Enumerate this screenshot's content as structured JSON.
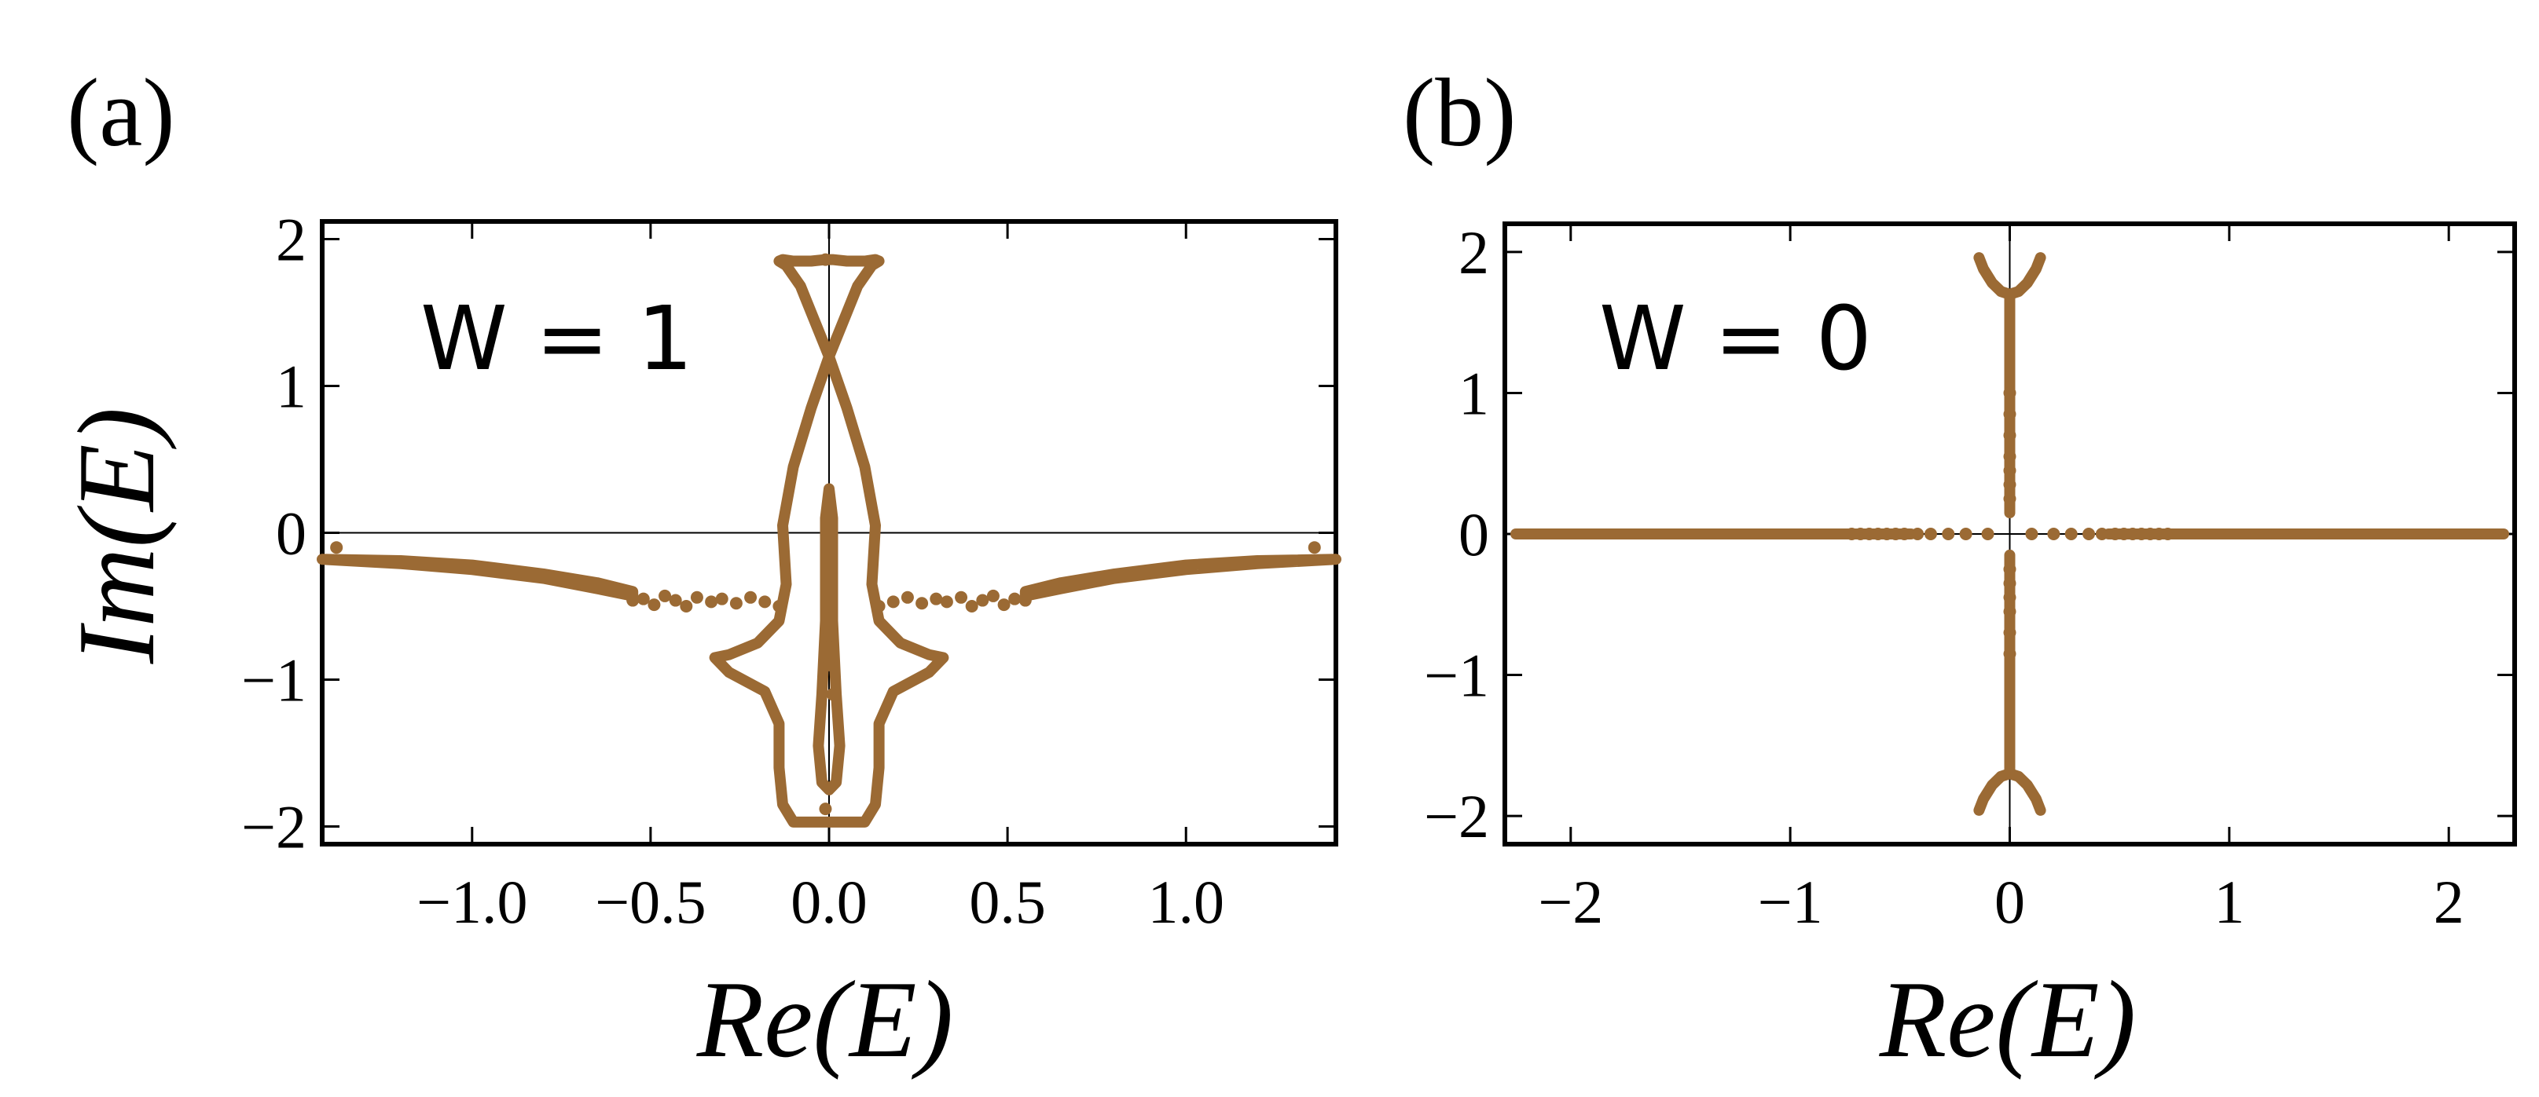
{
  "figure": {
    "panels": [
      {
        "tag": "(a)",
        "annotation": "W = 1",
        "xlabel": "Re(E)",
        "ylabel": "Im(E)"
      },
      {
        "tag": "(b)",
        "annotation": "W = 0",
        "xlabel": "Re(E)",
        "ylabel": ""
      }
    ]
  },
  "chart_data": [
    {
      "type": "scatter",
      "title": "",
      "panel": "(a)",
      "annotation": "W = 1",
      "xlabel": "Re(E)",
      "ylabel": "Im(E)",
      "xlim": [
        -1.42,
        1.42
      ],
      "ylim": [
        -2.12,
        2.12
      ],
      "xticks": [
        -1.0,
        -0.5,
        0.0,
        0.5,
        1.0
      ],
      "xtick_labels": [
        "−1.0",
        "−0.5",
        "0.0",
        "0.5",
        "1.0"
      ],
      "yticks": [
        -2,
        -1,
        0,
        1,
        2
      ],
      "ytick_labels": [
        "−2",
        "−1",
        "0",
        "1",
        "2"
      ],
      "grid": false,
      "axes_lines": true,
      "marker_color": "#9b6a34",
      "series": [
        {
          "kind": "curve",
          "closed": true,
          "x": [
            0.0,
            -0.05,
            -0.08,
            -0.12,
            -0.14,
            -0.13,
            -0.1,
            -0.05,
            -0.01,
            0.01,
            0.05,
            0.1,
            0.13,
            0.14,
            0.12,
            0.08,
            0.05,
            0.0
          ],
          "y": [
            1.2,
            1.5,
            1.68,
            1.82,
            1.85,
            1.86,
            1.85,
            1.85,
            1.86,
            1.86,
            1.85,
            1.85,
            1.86,
            1.85,
            1.82,
            1.68,
            1.5,
            1.2
          ]
        },
        {
          "kind": "curve",
          "closed": true,
          "x": [
            0.0,
            -0.05,
            -0.1,
            -0.13,
            -0.12,
            -0.14,
            -0.2,
            -0.28,
            -0.32,
            -0.28,
            -0.18,
            -0.14,
            -0.14,
            -0.13,
            -0.1,
            0.1,
            0.13,
            0.14,
            0.14,
            0.18,
            0.28,
            0.32,
            0.28,
            0.2,
            0.14,
            0.12,
            0.13,
            0.1,
            0.05,
            0.0
          ],
          "y": [
            1.2,
            0.85,
            0.45,
            0.05,
            -0.35,
            -0.6,
            -0.75,
            -0.83,
            -0.85,
            -0.95,
            -1.08,
            -1.3,
            -1.6,
            -1.85,
            -1.97,
            -1.97,
            -1.85,
            -1.6,
            -1.3,
            -1.08,
            -0.95,
            -0.85,
            -0.83,
            -0.75,
            -0.6,
            -0.35,
            0.05,
            0.45,
            0.85,
            1.2
          ]
        },
        {
          "kind": "curve",
          "closed": true,
          "x": [
            0.0,
            -0.01,
            -0.01,
            -0.02,
            -0.03,
            -0.02,
            0.0,
            0.02,
            0.03,
            0.02,
            0.01,
            0.01,
            0.0
          ],
          "y": [
            0.3,
            0.1,
            -0.6,
            -1.1,
            -1.45,
            -1.7,
            -1.75,
            -1.7,
            -1.45,
            -1.1,
            -0.6,
            0.1,
            0.3
          ]
        },
        {
          "kind": "curve",
          "closed": true,
          "x": [
            -1.42,
            -1.2,
            -1.0,
            -0.8,
            -0.65,
            -0.55,
            -0.55,
            -0.65,
            -0.8,
            -1.0,
            -1.2,
            -1.42
          ],
          "y": [
            -0.18,
            -0.19,
            -0.22,
            -0.28,
            -0.34,
            -0.4,
            -0.43,
            -0.38,
            -0.31,
            -0.25,
            -0.21,
            -0.18
          ]
        },
        {
          "kind": "curve",
          "closed": true,
          "x": [
            1.42,
            1.2,
            1.0,
            0.8,
            0.65,
            0.55,
            0.55,
            0.65,
            0.8,
            1.0,
            1.2,
            1.42
          ],
          "y": [
            -0.18,
            -0.19,
            -0.22,
            -0.28,
            -0.34,
            -0.4,
            -0.43,
            -0.38,
            -0.31,
            -0.25,
            -0.21,
            -0.18
          ]
        },
        {
          "kind": "points",
          "x": [
            -0.55,
            -0.52,
            -0.49,
            -0.46,
            -0.43,
            -0.4,
            -0.37,
            -0.33,
            -0.3,
            -0.26,
            -0.22,
            -0.18,
            -0.14,
            0.14,
            0.18,
            0.22,
            0.26,
            0.3,
            0.33,
            0.37,
            0.4,
            0.43,
            0.46,
            0.49,
            0.52,
            0.55,
            -0.01,
            -0.01,
            0.0,
            0.0,
            0.0,
            0.0,
            0.01,
            0.0,
            -1.38,
            1.36
          ],
          "y": [
            -0.46,
            -0.45,
            -0.49,
            -0.43,
            -0.46,
            -0.5,
            -0.44,
            -0.47,
            -0.45,
            -0.48,
            -0.44,
            -0.47,
            -0.5,
            -0.5,
            -0.47,
            -0.44,
            -0.48,
            -0.45,
            -0.47,
            -0.44,
            -0.5,
            -0.46,
            -0.43,
            -0.49,
            -0.45,
            -0.46,
            1.86,
            -1.88,
            -0.5,
            -0.3,
            -0.7,
            -0.9,
            -1.1,
            0.2,
            -0.1,
            -0.1
          ]
        }
      ]
    },
    {
      "type": "scatter",
      "title": "",
      "panel": "(b)",
      "annotation": "W = 0",
      "xlabel": "Re(E)",
      "ylabel": "",
      "xlim": [
        -2.3,
        2.3
      ],
      "ylim": [
        -2.2,
        2.2
      ],
      "xticks": [
        -2,
        -1,
        0,
        1,
        2
      ],
      "xtick_labels": [
        "−2",
        "−1",
        "0",
        "1",
        "2"
      ],
      "yticks": [
        -2,
        -1,
        0,
        1,
        2
      ],
      "ytick_labels": [
        "−2",
        "−1",
        "0",
        "1",
        "2"
      ],
      "grid": false,
      "axes_lines": true,
      "marker_color": "#9b6a34",
      "series": [
        {
          "kind": "curve",
          "closed": false,
          "x": [
            -2.25,
            -1.6,
            -0.9,
            -0.45
          ],
          "y": [
            0.0,
            0.0,
            0.0,
            0.0
          ]
        },
        {
          "kind": "curve",
          "closed": false,
          "x": [
            0.45,
            0.9,
            1.6,
            2.25
          ],
          "y": [
            0.0,
            0.0,
            0.0,
            0.0
          ]
        },
        {
          "kind": "curve",
          "closed": false,
          "x": [
            0.0,
            0.0,
            0.0,
            0.0
          ],
          "y": [
            0.15,
            0.6,
            1.2,
            1.7
          ]
        },
        {
          "kind": "curve",
          "closed": false,
          "x": [
            0.0,
            0.0,
            0.0,
            0.0
          ],
          "y": [
            -0.15,
            -0.6,
            -1.2,
            -1.7
          ]
        },
        {
          "kind": "curve",
          "closed": false,
          "x": [
            -0.14,
            -0.12,
            -0.08,
            -0.04,
            0.0,
            0.04,
            0.08,
            0.12,
            0.14
          ],
          "y": [
            1.96,
            1.88,
            1.78,
            1.72,
            1.7,
            1.72,
            1.78,
            1.88,
            1.96
          ]
        },
        {
          "kind": "curve",
          "closed": false,
          "x": [
            -0.14,
            -0.12,
            -0.08,
            -0.04,
            0.0,
            0.04,
            0.08,
            0.12,
            0.14
          ],
          "y": [
            -1.96,
            -1.88,
            -1.78,
            -1.72,
            -1.7,
            -1.72,
            -1.78,
            -1.88,
            -1.96
          ]
        },
        {
          "kind": "points",
          "x": [
            -0.72,
            -0.68,
            -0.64,
            -0.6,
            -0.56,
            -0.52,
            -0.48,
            -0.42,
            -0.36,
            -0.28,
            -0.2,
            -0.1,
            0.1,
            0.2,
            0.28,
            0.36,
            0.42,
            0.48,
            0.52,
            0.56,
            0.6,
            0.64,
            0.68,
            0.72,
            0.0,
            0.0,
            0.0,
            0.0,
            0.0,
            0.0,
            0.0,
            0.0,
            0.0,
            0.0,
            0.0,
            0.0,
            0.0
          ],
          "y": [
            0.0,
            0.0,
            0.0,
            0.0,
            0.0,
            0.0,
            0.0,
            0.0,
            0.0,
            0.0,
            0.0,
            0.0,
            0.0,
            0.0,
            0.0,
            0.0,
            0.0,
            0.0,
            0.0,
            0.0,
            0.0,
            0.0,
            0.0,
            0.0,
            0.25,
            0.35,
            0.45,
            0.55,
            0.7,
            0.85,
            1.0,
            -0.25,
            -0.35,
            -0.45,
            -0.55,
            -0.7,
            -0.85
          ]
        }
      ]
    }
  ]
}
